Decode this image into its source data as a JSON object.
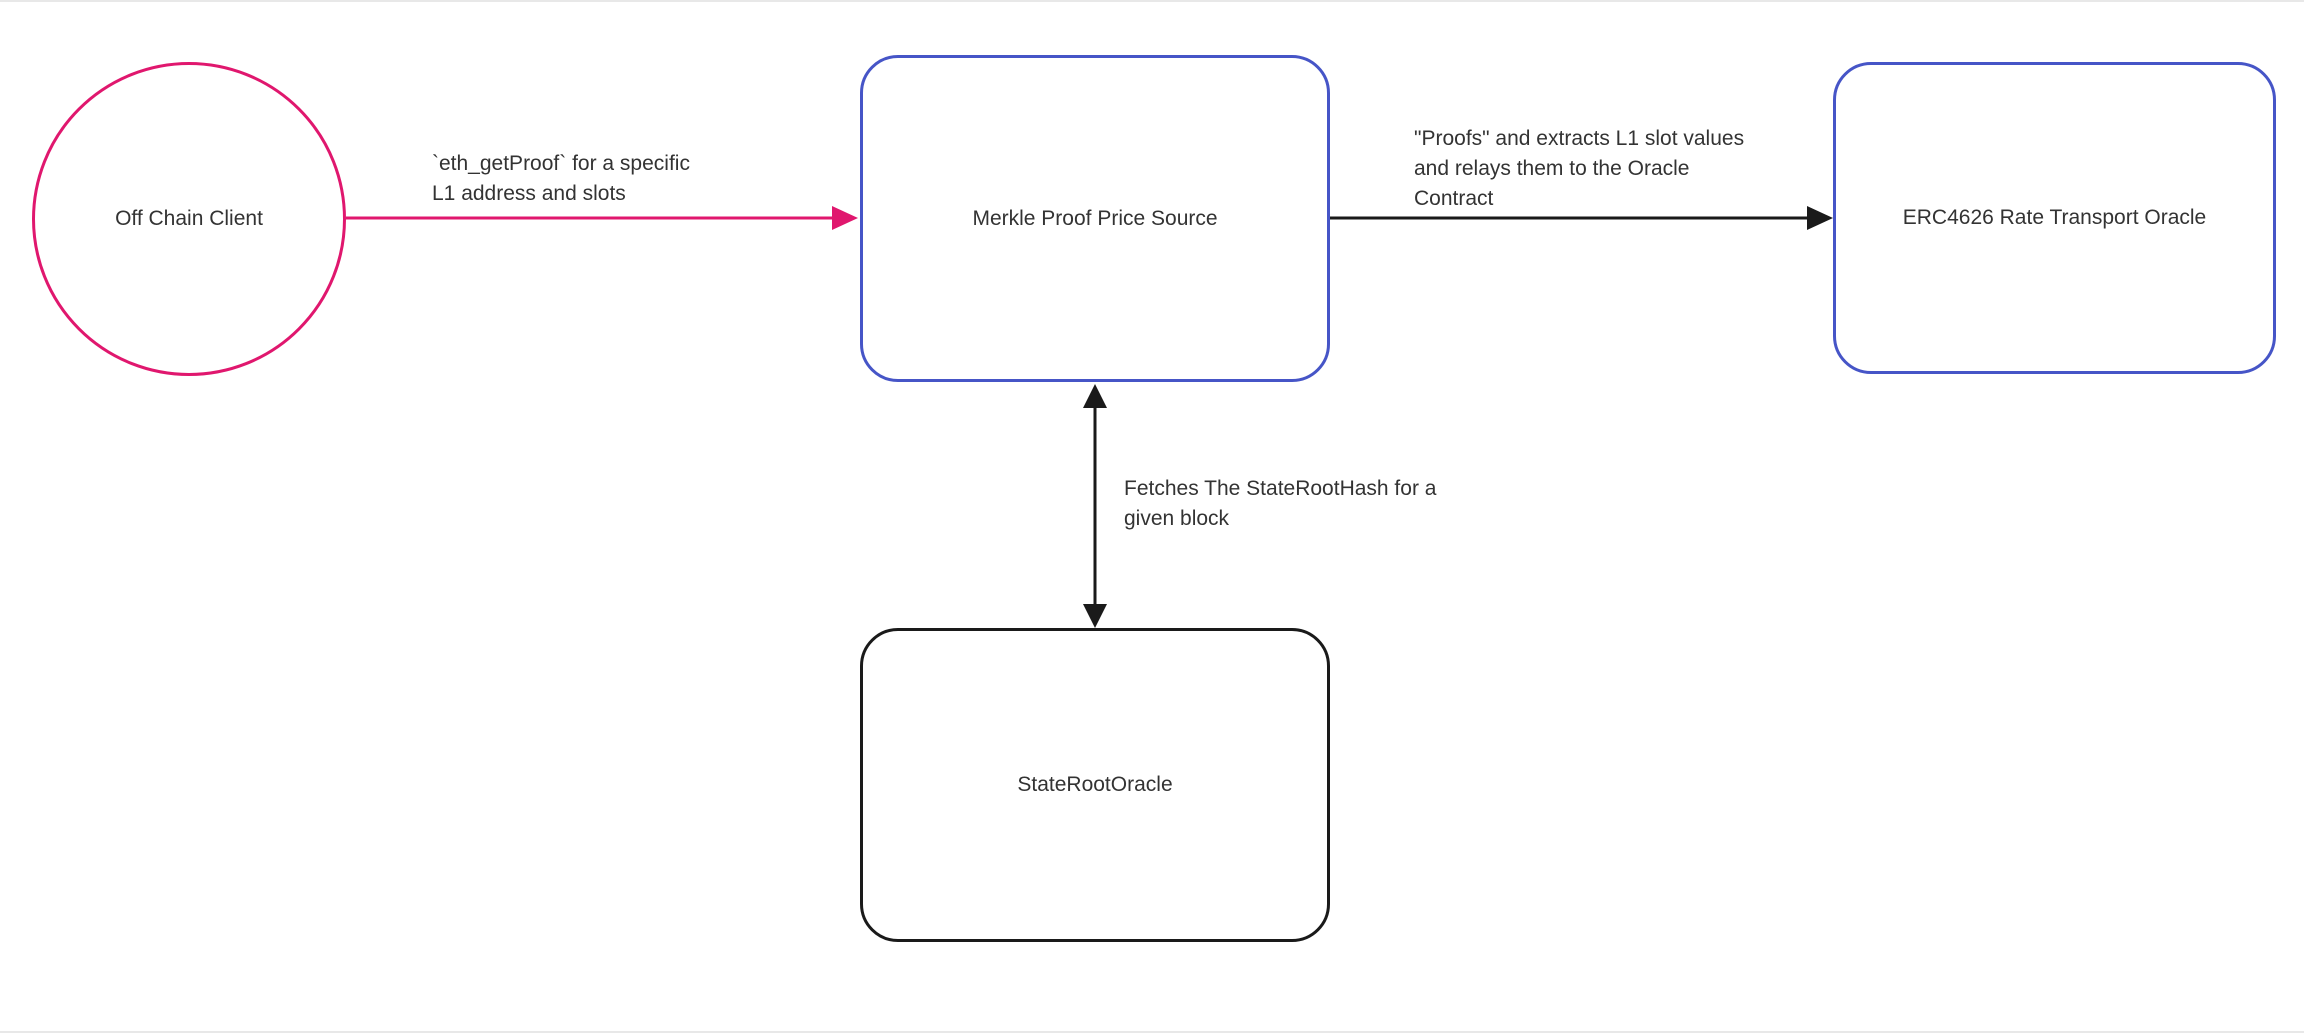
{
  "canvas": {
    "background": "#ffffff",
    "trim_color": "#e8e8e8",
    "text_color": "#333333"
  },
  "colors": {
    "pink": "#e0176e",
    "blue": "#4655c7",
    "black": "#1a1a1a"
  },
  "nodes": [
    {
      "id": "off-chain-client",
      "shape": "circle",
      "label": "Off Chain Client",
      "stroke": "#e0176e"
    },
    {
      "id": "merkle-proof-price-source",
      "shape": "rounded-rect",
      "label": "Merkle Proof Price Source",
      "stroke": "#4655c7"
    },
    {
      "id": "erc4626-rate-transport-oracle",
      "shape": "rounded-rect",
      "label": "ERC4626 Rate Transport Oracle",
      "stroke": "#4655c7"
    },
    {
      "id": "state-root-oracle",
      "shape": "rounded-rect",
      "label": "StateRootOracle",
      "stroke": "#1a1a1a"
    }
  ],
  "edges": [
    {
      "id": "client-to-price-source",
      "from": "off-chain-client",
      "to": "merkle-proof-price-source",
      "direction": "one-way",
      "color": "#e0176e",
      "label_lines": [
        "`eth_getProof` for a specific",
        "L1 address and slots"
      ]
    },
    {
      "id": "price-source-to-transport-oracle",
      "from": "merkle-proof-price-source",
      "to": "erc4626-rate-transport-oracle",
      "direction": "one-way",
      "color": "#1a1a1a",
      "label_lines": [
        "\"Proofs\" and extracts L1 slot values",
        "and relays them to the Oracle",
        "Contract"
      ]
    },
    {
      "id": "price-source-to-state-root-oracle",
      "from": "merkle-proof-price-source",
      "to": "state-root-oracle",
      "direction": "two-way",
      "color": "#1a1a1a",
      "label_lines": [
        "Fetches The StateRootHash for a",
        "given block"
      ]
    }
  ]
}
